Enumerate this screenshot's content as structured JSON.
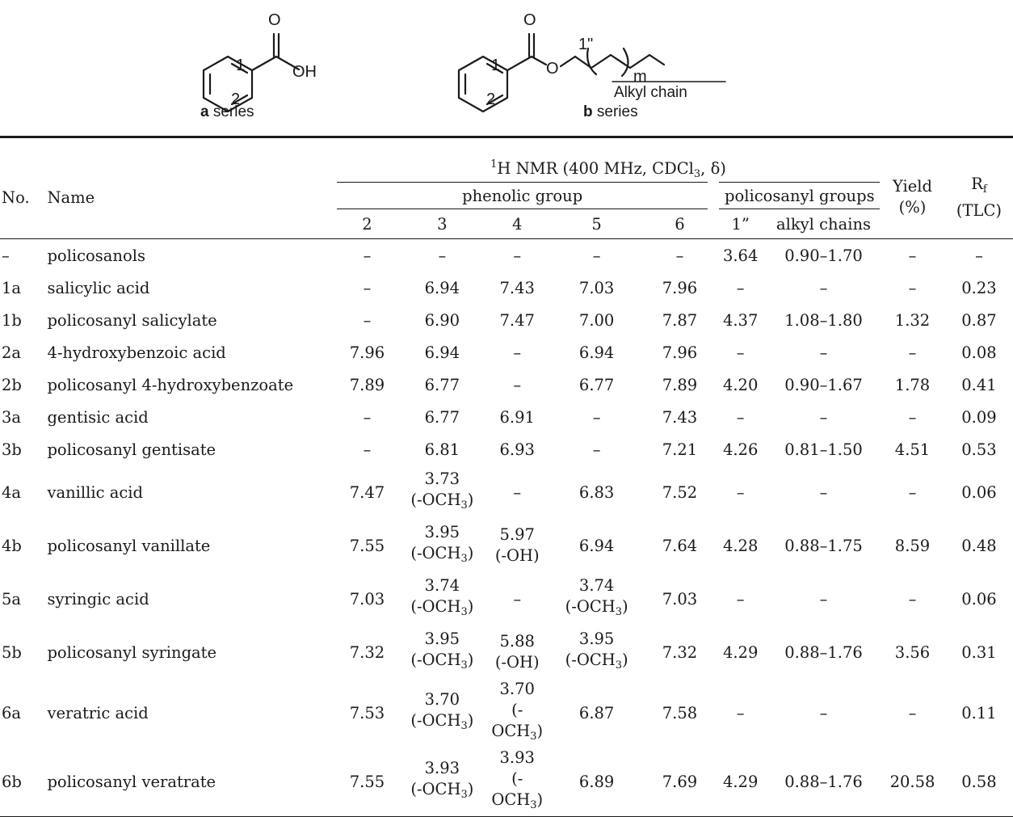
{
  "scheme": {
    "left": {
      "series_letter": "a",
      "series_word": " series",
      "atom_o": "O",
      "atom_oh": "OH",
      "num_1": "1",
      "num_2": "2"
    },
    "right": {
      "series_letter": "b",
      "series_word": " series",
      "atom_o_top": "O",
      "atom_o_ester": "O",
      "num_1": "1",
      "num_2": "2",
      "num_1pp": "1\"",
      "sub_m": "m",
      "alkyl_label": "Alkyl chain"
    }
  },
  "table": {
    "header": {
      "no": "No.",
      "name": "Name",
      "nmr_pre": "1",
      "nmr_text": "H NMR (400 MHz, CDCl",
      "nmr_sub": "3",
      "nmr_post": ", δ)",
      "phenolic": "phenolic group",
      "policosanyl": "policosanyl groups",
      "yield_line1": "Yield",
      "yield_line2": "(%)",
      "rf_main": "R",
      "rf_sub": "f",
      "rf_line2": "(TLC)",
      "positions": [
        "2",
        "3",
        "4",
        "5",
        "6"
      ],
      "pos_1pp": "1”",
      "alkyl": "alkyl chains"
    },
    "rows": [
      {
        "no": "–",
        "name": "policosanols",
        "p2": "–",
        "p3": "–",
        "p4": "–",
        "p5": "–",
        "p6": "–",
        "h1": "3.64",
        "alk": "0.90–1.70",
        "yield": "–",
        "rf": "–"
      },
      {
        "no": "1a",
        "name": "salicylic acid",
        "p2": "–",
        "p3": "6.94",
        "p4": "7.43",
        "p5": "7.03",
        "p6": "7.96",
        "h1": "–",
        "alk": "–",
        "yield": "–",
        "rf": "0.23"
      },
      {
        "no": "1b",
        "name": "policosanyl salicylate",
        "p2": "–",
        "p3": "6.90",
        "p4": "7.47",
        "p5": "7.00",
        "p6": "7.87",
        "h1": "4.37",
        "alk": "1.08–1.80",
        "yield": "1.32",
        "rf": "0.87"
      },
      {
        "no": "2a",
        "name": "4-hydroxybenzoic acid",
        "p2": "7.96",
        "p3": "6.94",
        "p4": "–",
        "p5": "6.94",
        "p6": "7.96",
        "h1": "–",
        "alk": "–",
        "yield": "–",
        "rf": "0.08"
      },
      {
        "no": "2b",
        "name": "policosanyl 4-hydroxybenzoate",
        "p2": "7.89",
        "p3": "6.77",
        "p4": "–",
        "p5": "6.77",
        "p6": "7.89",
        "h1": "4.20",
        "alk": "0.90–1.67",
        "yield": "1.78",
        "rf": "0.41"
      },
      {
        "no": "3a",
        "name": "gentisic acid",
        "p2": "–",
        "p3": "6.77",
        "p4": "6.91",
        "p5": "–",
        "p6": "7.43",
        "h1": "–",
        "alk": "–",
        "yield": "–",
        "rf": "0.09"
      },
      {
        "no": "3b",
        "name": "policosanyl gentisate",
        "p2": "–",
        "p3": "6.81",
        "p4": "6.93",
        "p5": "–",
        "p6": "7.21",
        "h1": "4.26",
        "alk": "0.81–1.50",
        "yield": "4.51",
        "rf": "0.53"
      }
    ],
    "rows2": [
      {
        "no": "4a",
        "name": "vanillic acid",
        "p2": "7.47",
        "p3": {
          "v": "3.73",
          "pre": "(-OCH",
          "sub": "3",
          "post": ")"
        },
        "p4": "–",
        "p5": "6.83",
        "p6": "7.52",
        "h1": "–",
        "alk": "–",
        "yield": "–",
        "rf": "0.06"
      },
      {
        "no": "4b",
        "name": "policosanyl vanillate",
        "p2": "7.55",
        "p3": {
          "v": "3.95",
          "pre": "(-OCH",
          "sub": "3",
          "post": ")"
        },
        "p4": {
          "v": "5.97",
          "pre": "(-OH)",
          "sub": "",
          "post": ""
        },
        "p5": "6.94",
        "p6": "7.64",
        "h1": "4.28",
        "alk": "0.88–1.75",
        "yield": "8.59",
        "rf": "0.48"
      },
      {
        "no": "5a",
        "name": "syringic acid",
        "p2": "7.03",
        "p3": {
          "v": "3.74",
          "pre": "(-OCH",
          "sub": "3",
          "post": ")"
        },
        "p4": "–",
        "p5": {
          "v": "3.74",
          "pre": "(-OCH",
          "sub": "3",
          "post": ")"
        },
        "p6": "7.03",
        "h1": "–",
        "alk": "–",
        "yield": "–",
        "rf": "0.06"
      },
      {
        "no": "5b",
        "name": "policosanyl syringate",
        "p2": "7.32",
        "p3": {
          "v": "3.95",
          "pre": "(-OCH",
          "sub": "3",
          "post": ")"
        },
        "p4": {
          "v": "5.88",
          "pre": "(-OH)",
          "sub": "",
          "post": ""
        },
        "p5": {
          "v": "3.95",
          "pre": "(-OCH",
          "sub": "3",
          "post": ")"
        },
        "p6": "7.32",
        "h1": "4.29",
        "alk": "0.88–1.76",
        "yield": "3.56",
        "rf": "0.31"
      },
      {
        "no": "6a",
        "name": "veratric acid",
        "p2": "7.53",
        "p3": {
          "v": "3.70",
          "pre": "(-OCH",
          "sub": "3",
          "post": ")"
        },
        "p4": {
          "v": "3.70",
          "pre": "(-OCH",
          "sub": "3",
          "post": ")"
        },
        "p5": "6.87",
        "p6": "7.58",
        "h1": "–",
        "alk": "–",
        "yield": "–",
        "rf": "0.11"
      },
      {
        "no": "6b",
        "name": "policosanyl veratrate",
        "p2": "7.55",
        "p3": {
          "v": "3.93",
          "pre": "(-OCH",
          "sub": "3",
          "post": ")"
        },
        "p4": {
          "v": "3.93",
          "pre": "(-OCH",
          "sub": "3",
          "post": ")"
        },
        "p5": "6.89",
        "p6": "7.69",
        "h1": "4.29",
        "alk": "0.88–1.76",
        "yield": "20.58",
        "rf": "0.58"
      }
    ]
  }
}
